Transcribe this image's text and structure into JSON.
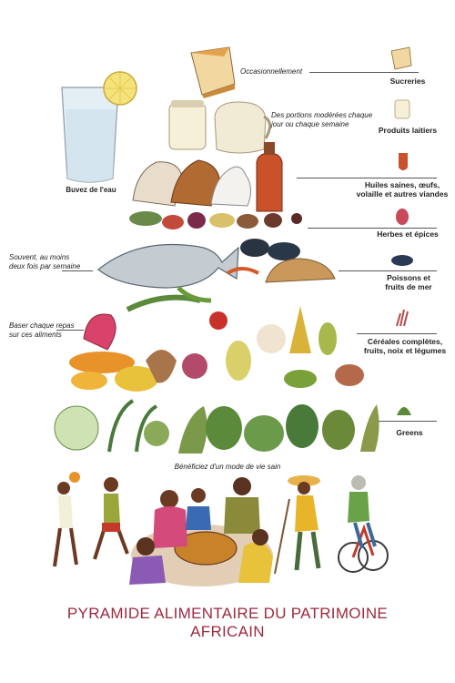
{
  "labels": {
    "occasionally": "Occasionnellement",
    "moderate": "Des portions modérées chaque jour ou chaque semaine",
    "water": "Buvez de l'eau",
    "often": "Souvent, au moins deux fois par semaine",
    "base": "Baser chaque repas sur ces aliments",
    "lifestyle": "Bénéficiez d'un mode de vie sain"
  },
  "legend": [
    {
      "label": "Sucreries",
      "icon": "cake-slice-icon"
    },
    {
      "label": "Produits laitiers",
      "icon": "milk-jar-icon"
    },
    {
      "label": "Huiles saines, œufs, volaille et autres viandes",
      "icon": "oil-bottle-icon"
    },
    {
      "label": "Herbes et épices",
      "icon": "spice-icon"
    },
    {
      "label": "Poissons et fruits de mer",
      "icon": "mussel-icon"
    },
    {
      "label": "Céréales complètes, fruits, noix et légumes",
      "icon": "sorghum-icon"
    },
    {
      "label": "Greens",
      "icon": "greens-icon"
    }
  ],
  "title": {
    "line1": "PYRAMIDE ALIMENTAIRE DU PATRIMOINE",
    "line2": "AFRICAIN"
  },
  "colors": {
    "title": "#9b2a3e"
  }
}
